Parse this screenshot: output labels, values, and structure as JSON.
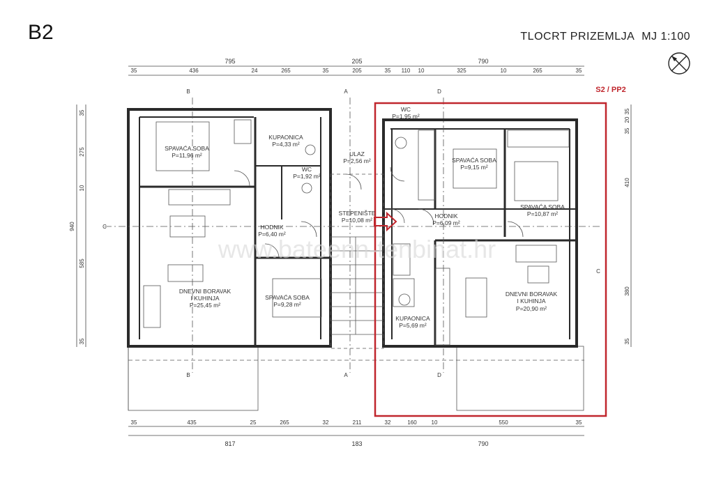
{
  "header": {
    "building": "B2",
    "title": "TLOCRT PRIZEMLJA",
    "scale": "MJ 1:100"
  },
  "highlight_label": "S2 / PP2",
  "watermark": "www.bateenn-tenbinat.hr",
  "dims_top_total": [
    "795",
    "205",
    "790"
  ],
  "dims_top_detail": [
    "35",
    "436",
    "24",
    "265",
    "35",
    "205",
    "35",
    "110",
    "10",
    "325",
    "10",
    "265",
    "35"
  ],
  "dims_bottom_detail": [
    "35",
    "435",
    "25",
    "265",
    "32",
    "211",
    "32",
    "160",
    "10",
    "550",
    "35"
  ],
  "dims_bottom_total": [
    "817",
    "183",
    "790"
  ],
  "dims_left": [
    "35",
    "275",
    "10",
    "585",
    "35"
  ],
  "dims_left_total": "940",
  "dims_right": [
    "35",
    "20",
    "35",
    "410",
    "380",
    "35"
  ],
  "section_marks": [
    "B",
    "A",
    "D",
    "C"
  ],
  "rooms": {
    "spavaca_l1": {
      "name": "SPAVAĆA SOBA",
      "area": "P=11,96 m²"
    },
    "kupaonica_l": {
      "name": "KUPAONICA",
      "area": "P=4,33 m²"
    },
    "wc_l": {
      "name": "WC",
      "area": "P=1,92 m²"
    },
    "hodnik_l": {
      "name": "HODNIK",
      "area": "P=6,40 m²"
    },
    "dnevni_l": {
      "name1": "DNEVNI BORAVAK",
      "name2": "I KUHINJA",
      "area": "P=25,45 m²"
    },
    "spavaca_l2": {
      "name": "SPAVAĆA SOBA",
      "area": "P=9,28 m²"
    },
    "ulaz": {
      "name": "ULAZ",
      "area": "P=2,56 m²"
    },
    "stepeniste": {
      "name": "STEPENIŠTE",
      "area": "P=10,08 m²"
    },
    "wc_r": {
      "name": "WC",
      "area": "P=1,95 m²"
    },
    "spavaca_r1": {
      "name": "SPAVAĆA SOBA",
      "area": "P=9,15 m²"
    },
    "spavaca_r2": {
      "name": "SPAVAĆA SOBA",
      "area": "P=10,87 m²"
    },
    "hodnik_r": {
      "name": "HODNIK",
      "area": "P=6,09 m²"
    },
    "dnevni_r": {
      "name1": "DNEVNI BORAVAK",
      "name2": "I KUHINJA",
      "area": "P=20,90 m²"
    },
    "kupaonica_r": {
      "name": "KUPAONICA",
      "area": "P=5,69 m²"
    }
  },
  "colors": {
    "wall": "#2a2a2a",
    "line": "#555555",
    "highlight": "#c0262d",
    "watermark": "#d8d8d8"
  }
}
